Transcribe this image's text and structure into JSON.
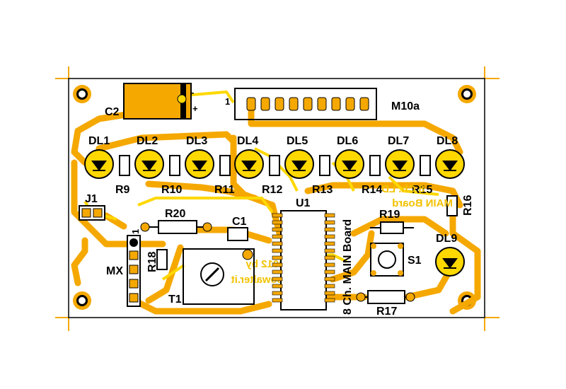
{
  "colors": {
    "copper": "#f5a800",
    "copper_light": "#ffd800",
    "silk": "#000000",
    "background": "#ffffff"
  },
  "components": {
    "c2": "C2",
    "c2_minus": "-",
    "c2_plus": "+",
    "connector": "M10a",
    "connector_pin1": "1",
    "leds": [
      "DL1",
      "DL2",
      "DL3",
      "DL4",
      "DL5",
      "DL6",
      "DL7",
      "DL8"
    ],
    "resistors_top": [
      "R9",
      "R10",
      "R11",
      "R12",
      "R13",
      "R14",
      "R15"
    ],
    "r16": "R16",
    "j1": "J1",
    "r20": "R20",
    "c1": "C1",
    "u1": "U1",
    "r19": "R19",
    "dl9": "DL9",
    "s1": "S1",
    "r17": "R17",
    "r18": "R18",
    "mx": "MX",
    "mx_pin1": "1",
    "t1": "T1"
  },
  "board_text": {
    "vertical_label": "8 Ch. MAIN Board",
    "mirror_title_1": "8 Ch. LD",
    "mirror_title_2": "MAIN Board",
    "mirror_copyright": "(c) 2012 by",
    "mirror_url": "www.roccowalter.it"
  }
}
